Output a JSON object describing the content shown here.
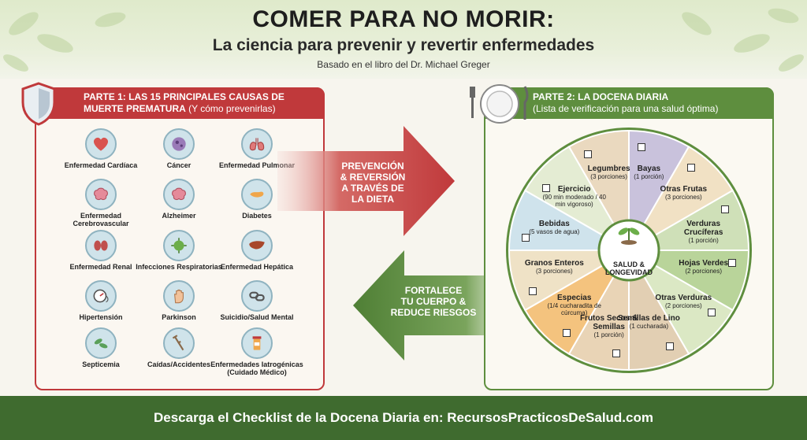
{
  "header": {
    "title": "COMER PARA NO MORIR:",
    "subtitle": "La ciencia para prevenir y revertir enfermedades",
    "credit": "Basado en el libro del Dr. Michael Greger"
  },
  "part1": {
    "title_line1": "PARTE 1: LAS 15 PRINCIPALES CAUSAS DE",
    "title_line2_bold": "MUERTE PREMATURA",
    "title_line2_normal": " (Y cómo prevenirlas)",
    "causes": [
      {
        "label": "Enfermedad Cardíaca",
        "icon": "heart-icon"
      },
      {
        "label": "Cáncer",
        "icon": "cell-icon"
      },
      {
        "label": "Enfermedad Pulmonar",
        "icon": "lungs-icon"
      },
      {
        "label": "Enfermedad Cerebrovascular",
        "icon": "brain-icon"
      },
      {
        "label": "Alzheimer",
        "icon": "brain-icon"
      },
      {
        "label": "Diabetes",
        "icon": "pancreas-icon"
      },
      {
        "label": "Enfermedad Renal",
        "icon": "kidneys-icon"
      },
      {
        "label": "Infecciones Respiratorias",
        "icon": "virus-icon"
      },
      {
        "label": "Enfermedad Hepática",
        "icon": "liver-icon"
      },
      {
        "label": "Hipertensión",
        "icon": "blood-pressure-icon"
      },
      {
        "label": "Parkinson",
        "icon": "hand-icon"
      },
      {
        "label": "Suicidio/Salud Mental",
        "icon": "chain-icon"
      },
      {
        "label": "Septicemia",
        "icon": "bacteria-icon"
      },
      {
        "label": "Caídas/Accidentes",
        "icon": "crutch-icon"
      },
      {
        "label": "Enfermedades Iatrogénicas (Cuidado Médico)",
        "icon": "pill-bottle-icon"
      }
    ]
  },
  "arrows": {
    "right_line1": "PREVENCIÓN",
    "right_line2": "& REVERSIÓN",
    "right_line3": "A TRAVÉS DE",
    "right_line4": "LA DIETA",
    "left_line1": "FORTALECE",
    "left_line2": "TU CUERPO &",
    "left_line3": "REDUCE RIESGOS"
  },
  "part2": {
    "title_bold": "PARTE 2: LA DOCENA DIARIA",
    "title_normal": "(Lista de verificación para una salud óptima)",
    "center": "SALUD & LONGEVIDAD",
    "items": [
      {
        "name": "Bayas",
        "detail": "(1 porción)",
        "color": "#c9c2dc"
      },
      {
        "name": "Otras Frutas",
        "detail": "(3 porciones)",
        "color": "#f1e1c4"
      },
      {
        "name": "Verduras Crucíferas",
        "detail": "(1 porción)",
        "color": "#cfe0b8"
      },
      {
        "name": "Hojas Verdes",
        "detail": "(2 porciones)",
        "color": "#b9d49a"
      },
      {
        "name": "Otras Verduras",
        "detail": "(2 porciones)",
        "color": "#dbe8c4"
      },
      {
        "name": "Semillas de Lino",
        "detail": "(1 cucharada)",
        "color": "#e2cfb3"
      },
      {
        "name": "Frutos Secos & Semillas",
        "detail": "(1 porción)",
        "color": "#e9d4b6"
      },
      {
        "name": "Especias",
        "detail": "(1/4 cucharadita de cúrcuma)",
        "color": "#f4c37e"
      },
      {
        "name": "Granos Enteros",
        "detail": "(3 porciones)",
        "color": "#efe2c6"
      },
      {
        "name": "Bebidas",
        "detail": "(5 vasos de agua)",
        "color": "#cfe3ec"
      },
      {
        "name": "Ejercicio",
        "detail": "(90 min moderado / 40 min vigoroso)",
        "color": "#e4ecd3"
      },
      {
        "name": "Legumbres",
        "detail": "(3 porciones)",
        "color": "#ead9bf"
      }
    ]
  },
  "footer": {
    "text": "Descarga el Checklist de la Docena Diaria en: RecursosPracticosDeSalud.com"
  }
}
